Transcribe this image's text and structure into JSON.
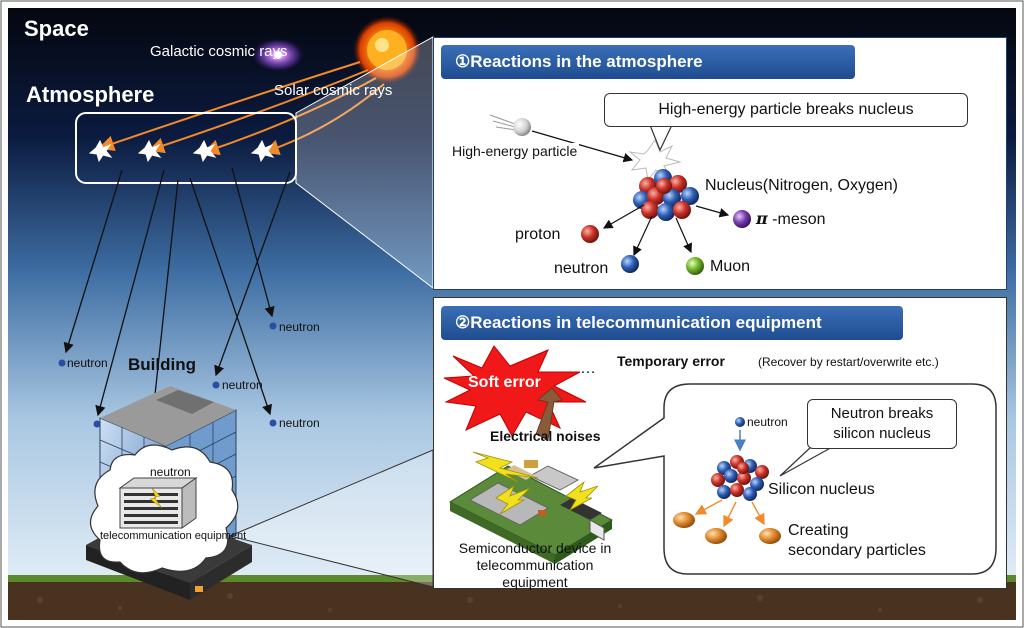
{
  "labels": {
    "space": "Space",
    "atmosphere": "Atmosphere",
    "galactic_cosmic_rays": "Galactic cosmic rays",
    "solar_cosmic_rays": "Solar cosmic rays",
    "building": "Building",
    "neutron": "neutron",
    "telecom_equipment": "telecommunication equipment"
  },
  "panels": {
    "atmosphere": {
      "title": "①Reactions  in the atmosphere",
      "callout": "High-energy  particle breaks  nucleus",
      "particle_label": "High-energy particle",
      "nucleus_label": "Nucleus(Nitrogen, Oxygen)",
      "proton_label": "proton",
      "neutron_label": "neutron",
      "muon_label": "Muon",
      "pion_symbol": "π",
      "pion_suffix": "-meson"
    },
    "equipment": {
      "title": "②Reactions in telecommunication equipment",
      "soft_error": "Soft error",
      "temporary_error": "Temporary error",
      "temporary_error_note": "(Recover by restart/overwrite etc.)",
      "electrical_noises": "Electrical noises",
      "semiconductor_label": "Semiconductor device in telecommunication equipment",
      "neutron_label": "neutron",
      "callout": "Neutron breaks\nsilicon nucleus",
      "silicon_label": "Silicon nucleus",
      "secondary_label": "Creating\nsecondary particles"
    }
  },
  "colors": {
    "header_blue": "#1f4c8f",
    "cosmic_ray_orange": "#f08a2a",
    "soft_error_red": "#f01818"
  }
}
